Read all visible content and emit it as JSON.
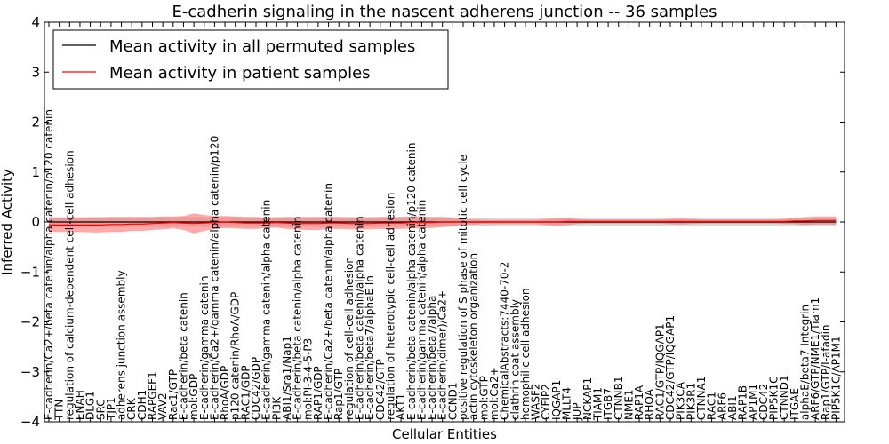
{
  "chart_data": {
    "type": "line",
    "title": "E-cadherin signaling in the nascent adherens junction -- 36 samples",
    "xlabel": "Cellular Entities",
    "ylabel": "Inferred Activity",
    "ylim": [
      -4,
      4
    ],
    "yticks": [
      -4,
      -3,
      -2,
      -1,
      0,
      1,
      2,
      3,
      4
    ],
    "legend_position": "top-left",
    "grid": false,
    "colors": {
      "permuted": "#000000",
      "patient": "#ff0000",
      "permuted_band": "#c8c8c8",
      "patient_band": "#ff7070"
    },
    "categories": [
      "E-cadherin/Ca2+/beta catenin/alpha catenin/p120 catenin",
      "TTN",
      "regulation of calcium-dependent cell-cell adhesion",
      "ENAH",
      "DLG1",
      "SRC",
      "TJP1",
      "adherens junction assembly",
      "CRK",
      "CDH1",
      "RAPGEF1",
      "VAV2",
      "Rac1/GTP",
      "E-cadherin/beta catenin",
      "mol:GDP",
      "E-cadherin/gamma catenin",
      "E-cadherin/Ca2+/gamma catenin/alpha catenin/p120",
      "RhoA/GDP",
      "p120 catenin/RhoA/GDP",
      "RAC1/GDP",
      "CDC42/GDP",
      "E-cadherin/gamma catenin/alpha catenin",
      "PI3K",
      "ABI1/Sra1/Nap1",
      "E-cadherin/beta catenin/alpha catenin",
      "mol:PI-3-4-5-P3",
      "RAP1/GDP",
      "E-cadherin/Ca2+/beta catenin/alpha catenin",
      "Rap1/GTP",
      "regulation of cell-cell adhesion",
      "E-cadherin/beta catenin/alpha catenin",
      "E-cadherin/beta7/alphaE In",
      "CDC42/GTP",
      "regulation of heterotypic cell-cell adhesion",
      "AKT1",
      "E-cadherin/beta catenin/alpha catenin/p120 catenin",
      "E-cadherin/gamma catenin/alpha catenin",
      "E-cadherin/beta7/alpha",
      "E-cadherin(dimer)/Ca2+",
      "CCND1",
      "positive regulation of S phase of mitotic cell cycle",
      "actin cytoskeleton organization",
      "mol:GTP",
      "mol:Ca2+",
      "ChemicalAbstracts:7440-70-2",
      "clathrin coat assembly",
      "homophilic cell adhesion",
      "WASF2",
      "CYFIP2",
      "IQGAP1",
      "MLLT4",
      "JUP",
      "NCKAP1",
      "TIAM1",
      "ITGB7",
      "CTNNB1",
      "NME1",
      "RAP1A",
      "RHOA",
      "RAC1/GTP/IQGAP1",
      "CDC42/GTP/IQGAP1",
      "PIK3CA",
      "PIK3R1",
      "CTNNA1",
      "RAC1",
      "ARF6",
      "ABI1",
      "RAP1B",
      "AP1M1",
      "CDC42",
      "PIP5K1C",
      "CTNND1",
      "ITGAE",
      "alphaE/beta7 Integrin",
      "ARF6/GTP/NME1/Tiam1",
      "Rap1/GTP/I-afadin",
      "PIP5K1C/AP1M1"
    ],
    "series": [
      {
        "name": "Mean activity in all permuted samples",
        "values": [
          0,
          0,
          0,
          0,
          0,
          0,
          0,
          0,
          0,
          0,
          0,
          0,
          0,
          0,
          0,
          0,
          0,
          0,
          0,
          0,
          0,
          0,
          0,
          0,
          0,
          0,
          0,
          0,
          0,
          0,
          0,
          0,
          0,
          0,
          0,
          0,
          0,
          0,
          0,
          0,
          0,
          0,
          0,
          0,
          0,
          0,
          0,
          0,
          0,
          0,
          0,
          0,
          0,
          0,
          0,
          0,
          0,
          0,
          0,
          0,
          0,
          0,
          0,
          0,
          0,
          0,
          0,
          0,
          0,
          0,
          0,
          0,
          0,
          0,
          0,
          0,
          0
        ],
        "band": [
          0.1,
          0.1,
          0.1,
          0.1,
          0.1,
          0.1,
          0.1,
          0.1,
          0.1,
          0.1,
          0.1,
          0.1,
          0.1,
          0.1,
          0.1,
          0.1,
          0.1,
          0.1,
          0.1,
          0.1,
          0.1,
          0.1,
          0.1,
          0.1,
          0.1,
          0.1,
          0.1,
          0.1,
          0.1,
          0.1,
          0.1,
          0.1,
          0.1,
          0.1,
          0.1,
          0.1,
          0.1,
          0.1,
          0.1,
          0.1,
          0.08,
          0.08,
          0.08,
          0.07,
          0.07,
          0.07,
          0.07,
          0.07,
          0.07,
          0.07,
          0.07,
          0.07,
          0.07,
          0.07,
          0.07,
          0.07,
          0.07,
          0.07,
          0.07,
          0.07,
          0.07,
          0.07,
          0.07,
          0.07,
          0.07,
          0.07,
          0.07,
          0.07,
          0.07,
          0.07,
          0.07,
          0.07,
          0.07,
          0.07,
          0.07,
          0.07,
          0.07
        ]
      },
      {
        "name": "Mean activity in patient samples",
        "values": [
          -0.06,
          -0.06,
          -0.06,
          -0.06,
          -0.06,
          -0.06,
          -0.05,
          -0.05,
          -0.04,
          -0.04,
          -0.03,
          -0.02,
          -0.01,
          -0.02,
          -0.03,
          -0.02,
          -0.01,
          0.0,
          -0.01,
          -0.02,
          -0.02,
          -0.02,
          -0.01,
          -0.02,
          -0.03,
          -0.03,
          -0.03,
          -0.02,
          -0.02,
          -0.03,
          -0.03,
          -0.03,
          -0.02,
          -0.02,
          -0.02,
          -0.01,
          -0.01,
          -0.01,
          0.0,
          0.0,
          0.0,
          0.0,
          0.0,
          0.0,
          0.0,
          0.0,
          0.0,
          0.0,
          0.0,
          0.0,
          0.01,
          0.01,
          0.01,
          0.01,
          0.01,
          0.01,
          0.01,
          0.01,
          0.01,
          0.01,
          0.01,
          0.01,
          0.01,
          0.01,
          0.01,
          0.01,
          0.01,
          0.01,
          0.01,
          0.01,
          0.01,
          0.01,
          0.02,
          0.02,
          0.03,
          0.03,
          0.03
        ],
        "band": [
          0.14,
          0.14,
          0.14,
          0.14,
          0.15,
          0.15,
          0.15,
          0.15,
          0.14,
          0.14,
          0.13,
          0.13,
          0.12,
          0.14,
          0.2,
          0.16,
          0.13,
          0.12,
          0.12,
          0.12,
          0.12,
          0.1,
          0.1,
          0.12,
          0.12,
          0.13,
          0.13,
          0.12,
          0.12,
          0.12,
          0.12,
          0.12,
          0.12,
          0.12,
          0.12,
          0.12,
          0.12,
          0.11,
          0.1,
          0.08,
          0.05,
          0.05,
          0.04,
          0.04,
          0.04,
          0.04,
          0.04,
          0.04,
          0.06,
          0.07,
          0.07,
          0.05,
          0.04,
          0.04,
          0.04,
          0.04,
          0.04,
          0.04,
          0.04,
          0.04,
          0.05,
          0.06,
          0.05,
          0.04,
          0.04,
          0.04,
          0.04,
          0.04,
          0.04,
          0.04,
          0.04,
          0.05,
          0.06,
          0.08,
          0.08,
          0.08,
          0.08
        ]
      }
    ]
  }
}
